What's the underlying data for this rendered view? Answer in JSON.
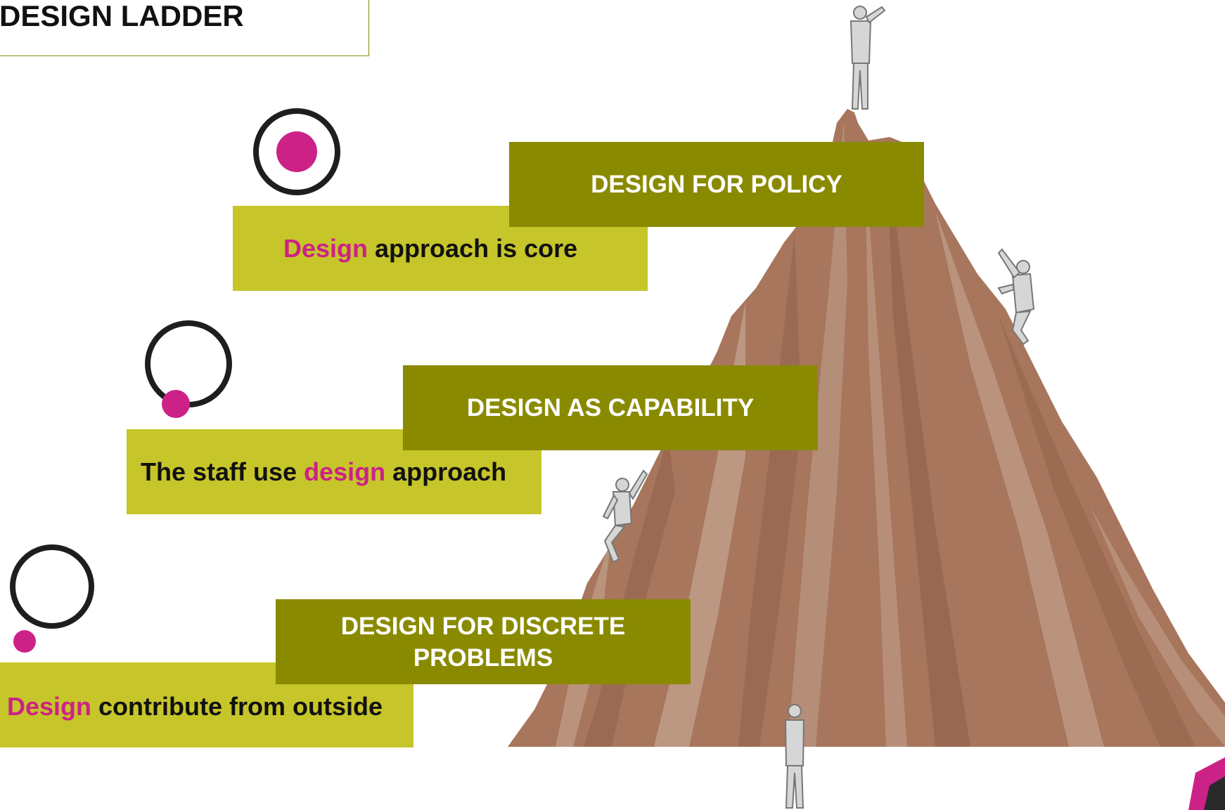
{
  "title": "DESIGN LADDER",
  "levels": [
    {
      "heading": "DESIGN FOR POLICY",
      "statement": {
        "pre": "",
        "highlight": "Design",
        "post": " approach is core"
      },
      "icon": "target-dot-centered-icon"
    },
    {
      "heading": "DESIGN AS CAPABILITY",
      "statement": {
        "pre": "The staff use ",
        "highlight": "design",
        "post": " approach"
      },
      "icon": "target-dot-on-edge-icon"
    },
    {
      "heading": "DESIGN FOR DISCRETE PROBLEMS",
      "statement": {
        "pre": "",
        "highlight": "Design",
        "post": " contribute from outside"
      },
      "icon": "target-dot-outside-icon"
    }
  ],
  "colors": {
    "dark_box": "#8a8a00",
    "light_box": "#c6c52a",
    "highlight": "#cc2288",
    "mountain": "#a7765c"
  }
}
